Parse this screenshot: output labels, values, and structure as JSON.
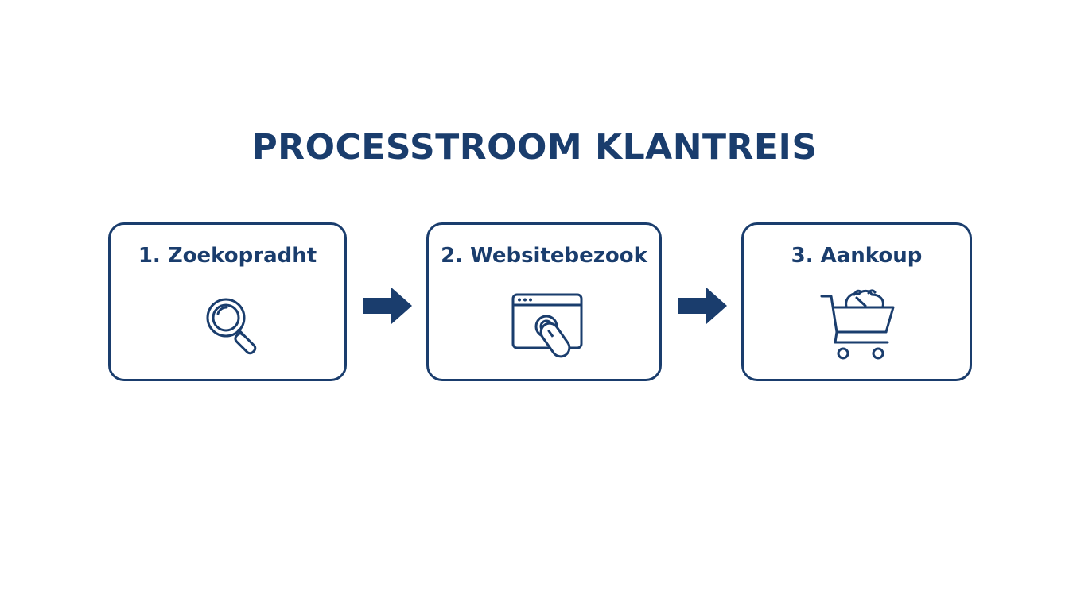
{
  "diagram": {
    "title": "PROCESSTROOM KLANTREIS",
    "steps": [
      {
        "label": "1. Zoekopradht",
        "icon": "magnifying-glass-icon"
      },
      {
        "label": "2. Websitebezook",
        "icon": "browser-click-icon"
      },
      {
        "label": "3. Aankoup",
        "icon": "shopping-cart-icon"
      }
    ],
    "connectors": [
      "arrow-right-icon",
      "arrow-right-icon"
    ]
  },
  "colors": {
    "primary": "#1a3d6d",
    "background": "#ffffff"
  }
}
